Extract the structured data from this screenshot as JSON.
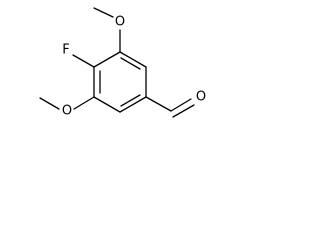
{
  "molecule": {
    "atoms": {
      "fluorine": "F",
      "aldehyde_oxygen": "O",
      "methoxy_top_oxygen": "O",
      "methoxy_bottom_oxygen": "O"
    }
  }
}
